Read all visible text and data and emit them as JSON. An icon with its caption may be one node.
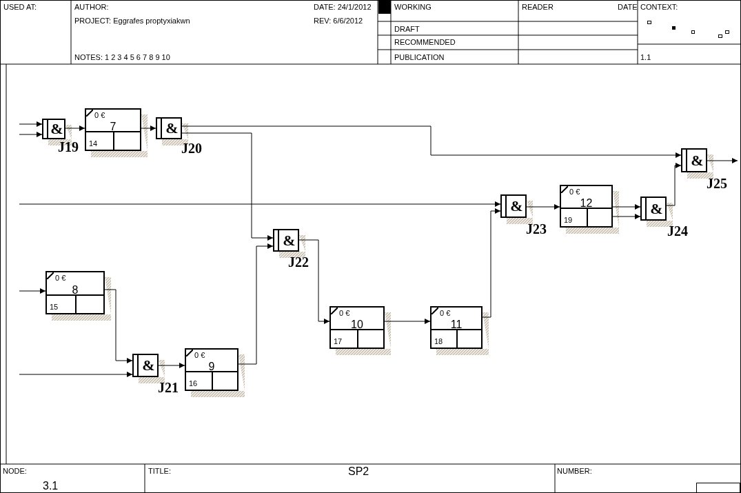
{
  "diagram": {
    "nodes": [
      {
        "text": [
          "&"
        ],
        "beside": [
          "J19"
        ]
      },
      {
        "text": [
          "0 €",
          "7",
          "14"
        ]
      },
      {
        "text": [
          "&"
        ],
        "beside": [
          "J20"
        ]
      },
      {
        "text": [
          "&"
        ],
        "beside": [
          "J25"
        ]
      },
      {
        "text": [
          "&"
        ],
        "beside": [
          "J23"
        ]
      },
      {
        "text": [
          "0 €",
          "12",
          "19"
        ]
      },
      {
        "text": [
          "&"
        ],
        "beside": [
          "J24"
        ]
      },
      {
        "text": [
          "&"
        ],
        "beside": [
          "J22"
        ]
      },
      {
        "text": [
          "0 €",
          "8",
          "15"
        ]
      },
      {
        "text": [
          "0 €",
          "10",
          "17"
        ]
      },
      {
        "text": [
          "0 €",
          "11",
          "18"
        ]
      },
      {
        "text": [
          "&"
        ],
        "beside": [
          "J21"
        ]
      },
      {
        "text": [
          "0 €",
          "9",
          "16"
        ]
      }
    ],
    "edges": [
      {
        "from": null,
        "to": 0,
        "arrow": "to"
      },
      {
        "from": null,
        "to": 0,
        "arrow": "to"
      },
      {
        "from": 0,
        "to": 1,
        "arrow": "to"
      },
      {
        "from": 1,
        "to": 2,
        "arrow": "to"
      },
      {
        "from": 2,
        "to": 3,
        "arrow": "to"
      },
      {
        "from": 2,
        "to": 7,
        "arrow": "to"
      },
      {
        "from": null,
        "to": 4,
        "arrow": "to"
      },
      {
        "from": null,
        "to": 8,
        "arrow": "to"
      },
      {
        "from": null,
        "to": 11,
        "arrow": "to"
      },
      {
        "from": 8,
        "to": 11,
        "arrow": "to"
      },
      {
        "from": 11,
        "to": 12,
        "arrow": "to"
      },
      {
        "from": 12,
        "to": 7,
        "arrow": "to"
      },
      {
        "from": 7,
        "to": 9,
        "arrow": "to"
      },
      {
        "from": 9,
        "to": 10,
        "arrow": "to"
      },
      {
        "from": 10,
        "to": 4,
        "arrow": "to"
      },
      {
        "from": 4,
        "to": 5,
        "arrow": "to"
      },
      {
        "from": 5,
        "to": 6,
        "arrow": "to"
      },
      {
        "from": 5,
        "to": 6,
        "arrow": "to"
      },
      {
        "from": 6,
        "to": 3,
        "arrow": "to"
      },
      {
        "from": 3,
        "to": null,
        "arrow": "to"
      }
    ],
    "labels": [
      "USED AT:",
      "AUTHOR:",
      "DATE: 24/1/2012",
      "WORKING",
      "READER",
      "DATE",
      "CONTEXT:",
      "PROJECT: Eggrafes proptyxiakwn",
      "REV: 6/6/2012",
      "DRAFT",
      "RECOMMENDED",
      "NOTES: 1 2 3 4 5 6 7 8 9 10",
      "PUBLICATION",
      "1.1",
      "NODE:",
      "TITLE:",
      "SP2",
      "NUMBER:",
      "3.1"
    ]
  }
}
